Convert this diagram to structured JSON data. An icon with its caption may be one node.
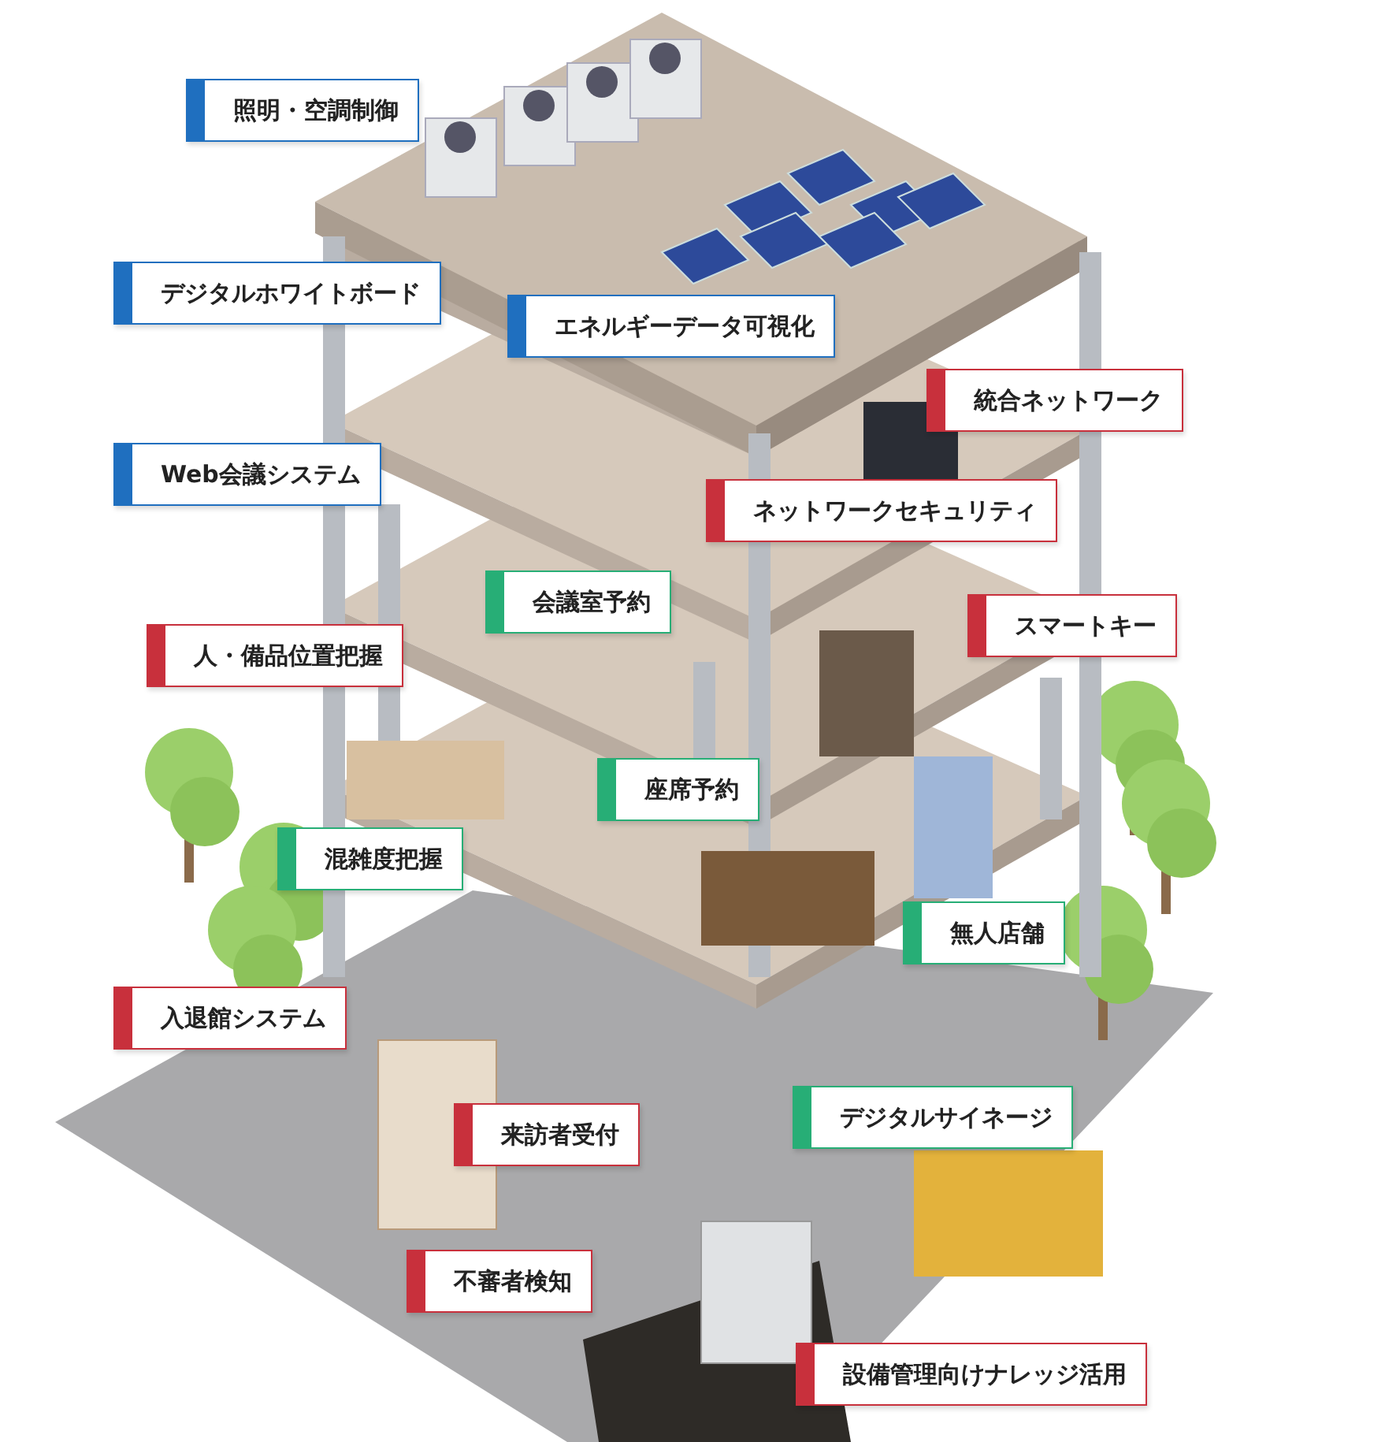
{
  "diagram": {
    "nodes": [
      {
        "text": [
          "照明・空調制御"
        ]
      },
      {
        "text": [
          "デジタルホワイトボード"
        ]
      },
      {
        "text": [
          "エネルギーデータ可視化"
        ]
      },
      {
        "text": [
          "統合ネットワーク"
        ]
      },
      {
        "text": [
          "Web会議システム"
        ]
      },
      {
        "text": [
          "ネットワークセキュリティ"
        ]
      },
      {
        "text": [
          "会議室予約"
        ]
      },
      {
        "text": [
          "スマートキー"
        ]
      },
      {
        "text": [
          "人・備品位置把握"
        ]
      },
      {
        "text": [
          "座席予約"
        ]
      },
      {
        "text": [
          "混雑度把握"
        ]
      },
      {
        "text": [
          "無人店舗"
        ]
      },
      {
        "text": [
          "入退館システム"
        ]
      },
      {
        "text": [
          "デジタルサイネージ"
        ]
      },
      {
        "text": [
          "来訪者受付"
        ]
      },
      {
        "text": [
          "不審者検知"
        ]
      },
      {
        "text": [
          "設備管理向けナレッジ活用"
        ]
      }
    ]
  }
}
